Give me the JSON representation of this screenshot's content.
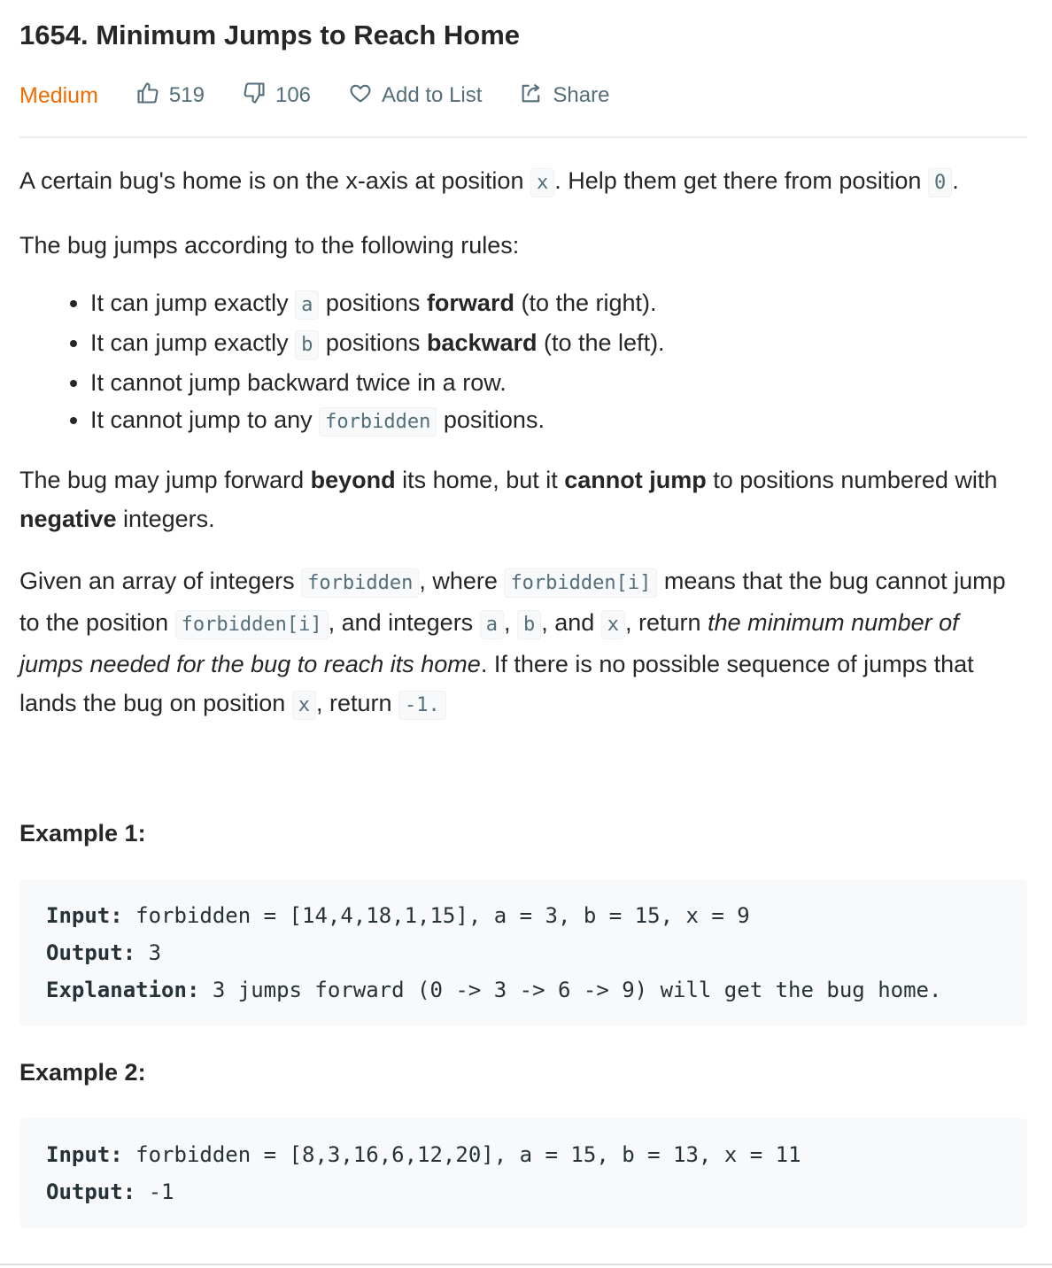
{
  "problem": {
    "title": "1654. Minimum Jumps to Reach Home",
    "difficulty": "Medium",
    "likes": "519",
    "dislikes": "106",
    "add_to_list": "Add to List",
    "share": "Share"
  },
  "description": {
    "p1_a": "A certain bug's home is on the x-axis at position ",
    "p1_code_x": "x",
    "p1_b": ". Help them get there from position ",
    "p1_code_0": "0",
    "p1_c": ".",
    "p2": "The bug jumps according to the following rules:",
    "rule1_a": "It can jump exactly ",
    "rule1_code": "a",
    "rule1_b": " positions ",
    "rule1_bold": "forward",
    "rule1_c": " (to the right).",
    "rule2_a": "It can jump exactly ",
    "rule2_code": "b",
    "rule2_b": " positions ",
    "rule2_bold": "backward",
    "rule2_c": " (to the left).",
    "rule3": "It cannot jump backward twice in a row.",
    "rule4_a": "It cannot jump to any ",
    "rule4_code": "forbidden",
    "rule4_b": " positions.",
    "p3_a": "The bug may jump forward ",
    "p3_bold1": "beyond",
    "p3_b": " its home, but it ",
    "p3_bold2": "cannot jump",
    "p3_c": " to positions numbered with ",
    "p3_bold3": "negative",
    "p3_d": " integers.",
    "p4_a": "Given an array of integers ",
    "p4_code1": "forbidden",
    "p4_b": ", where ",
    "p4_code2": "forbidden[i]",
    "p4_c": " means that the bug cannot jump to the position ",
    "p4_code3": "forbidden[i]",
    "p4_d": ", and integers ",
    "p4_code_a": "a",
    "p4_e": ", ",
    "p4_code_b": "b",
    "p4_f": ", and ",
    "p4_code_x": "x",
    "p4_g": ", return ",
    "p4_italic": "the minimum number of jumps needed for the bug to reach its home",
    "p4_h": ". If there is no possible sequence of jumps that lands the bug on position ",
    "p4_code_x2": "x",
    "p4_i": ", return ",
    "p4_code_neg": "-1."
  },
  "examples": [
    {
      "title": "Example 1:",
      "input_label": "Input:",
      "input": " forbidden = [14,4,18,1,15], a = 3, b = 15, x = 9",
      "output_label": "Output:",
      "output": " 3",
      "explanation_label": "Explanation:",
      "explanation": " 3 jumps forward (0 -> 3 -> 6 -> 9) will get the bug home."
    },
    {
      "title": "Example 2:",
      "input_label": "Input:",
      "input": " forbidden = [8,3,16,6,12,20], a = 15, b = 13, x = 11",
      "output_label": "Output:",
      "output": " -1"
    }
  ],
  "colors": {
    "difficulty_medium": "#ef6c00",
    "meta_text": "#546e7a",
    "code_bg": "#f7f9fa"
  }
}
